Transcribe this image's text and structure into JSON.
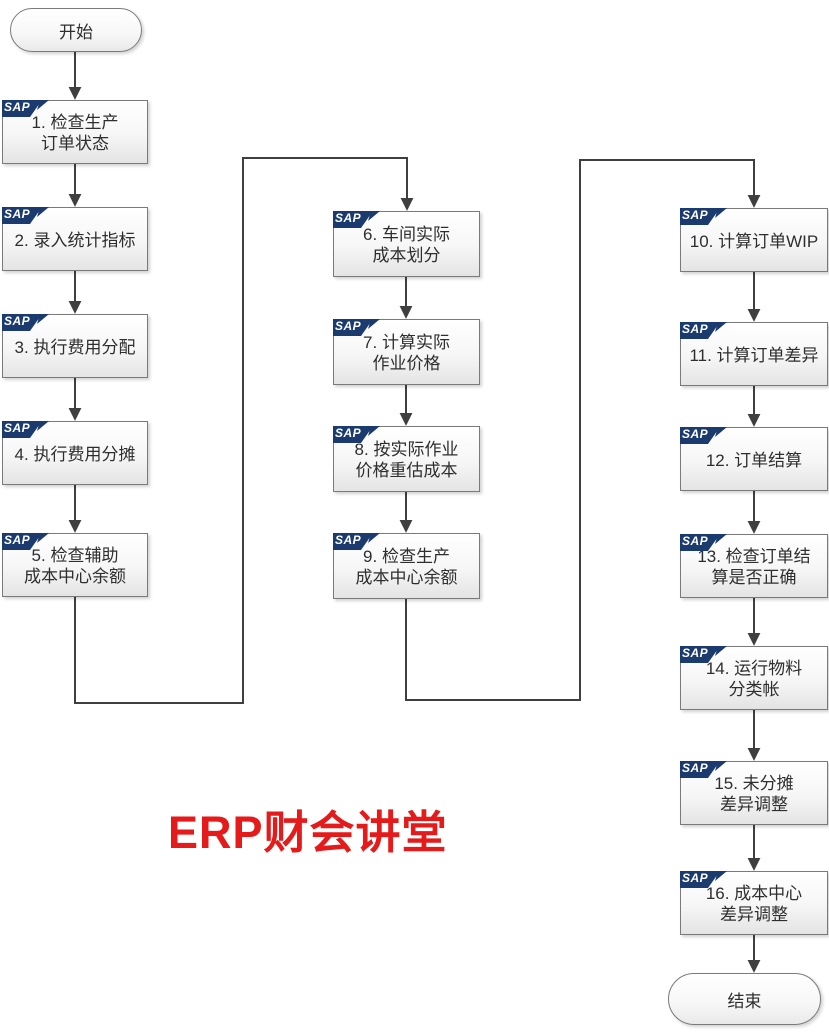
{
  "title": "ERP财会讲堂",
  "sap_logo_text": "SAP",
  "colors": {
    "sap_blue": "#1b3a6e",
    "connector_gray": "#3f3f3f",
    "title_red": "#e51a1a",
    "box_border": "#7a7a7a"
  },
  "flowchart": {
    "start": {
      "label": "开始"
    },
    "end": {
      "label": "结束"
    },
    "steps": [
      {
        "id": 1,
        "label": "1. 检查生产\n订单状态"
      },
      {
        "id": 2,
        "label": "2. 录入统计指标"
      },
      {
        "id": 3,
        "label": "3. 执行费用分配"
      },
      {
        "id": 4,
        "label": "4. 执行费用分摊"
      },
      {
        "id": 5,
        "label": "5. 检查辅助\n成本中心余额"
      },
      {
        "id": 6,
        "label": "6. 车间实际\n成本划分"
      },
      {
        "id": 7,
        "label": "7. 计算实际\n作业价格"
      },
      {
        "id": 8,
        "label": "8. 按实际作业\n价格重估成本"
      },
      {
        "id": 9,
        "label": "9. 检查生产\n成本中心余额"
      },
      {
        "id": 10,
        "label": "10. 计算订单WIP"
      },
      {
        "id": 11,
        "label": "11. 计算订单差异"
      },
      {
        "id": 12,
        "label": "12. 订单结算"
      },
      {
        "id": 13,
        "label": "13. 检查订单结\n算是否正确"
      },
      {
        "id": 14,
        "label": "14. 运行物料\n分类帐"
      },
      {
        "id": 15,
        "label": "15. 未分摊\n差异调整"
      },
      {
        "id": 16,
        "label": "16. 成本中心\n差异调整"
      }
    ]
  }
}
